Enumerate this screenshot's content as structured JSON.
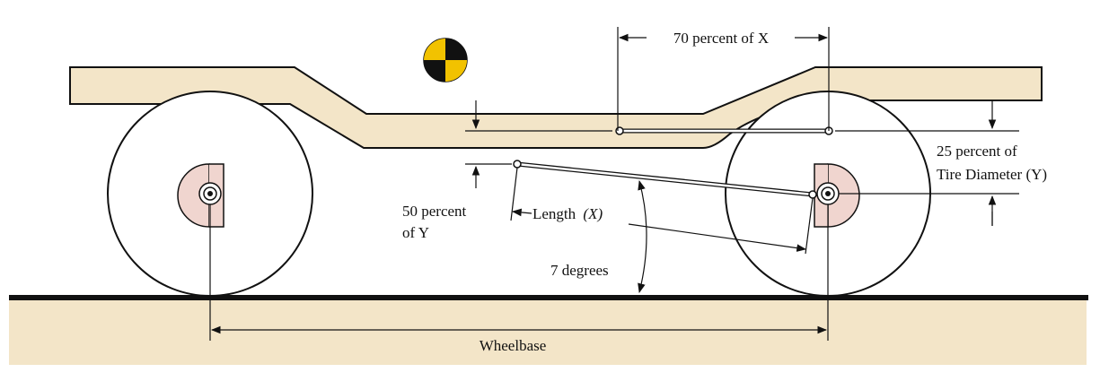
{
  "labels": {
    "seventy_percent": "70 percent of X",
    "twenty_five_line1": "25 percent of",
    "twenty_five_line2": "Tire Diameter (Y)",
    "fifty_line1": "50 percent",
    "fifty_line2": "of Y",
    "length_prefix": "Length",
    "length_var": "(X)",
    "angle": "7 degrees",
    "wheelbase": "Wheelbase"
  },
  "icons": {
    "center_of_gravity": "center-of-gravity-marker"
  },
  "colors": {
    "frame_fill": "#f3e5c8",
    "ground_fill": "#f3e5c8",
    "axle_fill": "#f0d5cf",
    "cg_yellow": "#f2c200",
    "line": "#111111"
  }
}
